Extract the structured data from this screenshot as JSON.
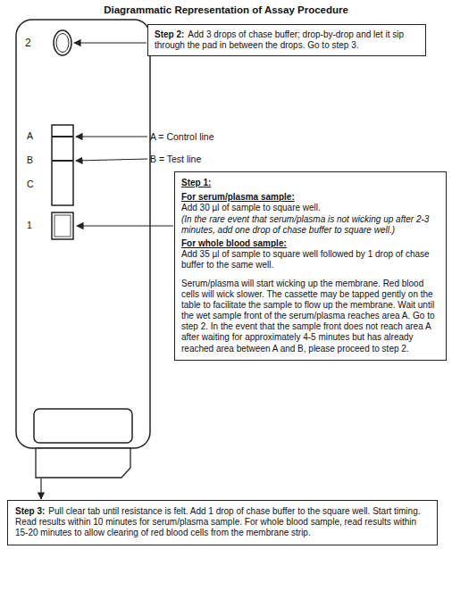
{
  "diagram": {
    "title": "Diagrammatic Representation of Assay Procedure",
    "nodes": [
      {
        "text": [
          "Step 2:",
          "Add 3 drops of chase buffer; drop-by-drop and let it sip through the pad in between the drops. Go to step 3."
        ]
      },
      {
        "text": [
          "Step 1:",
          "For serum/plasma sample:",
          "Add 30 µl of sample to square well.",
          "(In the rare event that serum/plasma is not wicking up after 2-3 minutes, add one drop of chase buffer to square well.)",
          "For whole blood sample:",
          "Add 35 µl of sample to square well followed by 1 drop of chase buffer to the same well.",
          "Serum/plasma will start wicking up the membrane. Red blood cells will wick slower. The cassette may be tapped gently on the table to facilitate the sample to flow up the membrane. Wait until the wet sample front of the serum/plasma reaches area A. Go to step 2. In the event that the sample front does not reach area A after waiting for approximately 4-5 minutes but has already reached area between A and B, please proceed to step 2."
        ]
      },
      {
        "text": [
          "Step 3:",
          "Pull clear tab until resistance is felt. Add 1 drop of chase buffer to the square well. Start timing. Read results within 10 minutes for serum/plasma sample. For whole blood sample, read results within 15-20 minutes to allow clearing of red blood cells from the membrane strip."
        ]
      }
    ],
    "labels": [
      "2",
      "A",
      "B",
      "C",
      "1",
      "A = Control line",
      "B = Test line"
    ]
  }
}
